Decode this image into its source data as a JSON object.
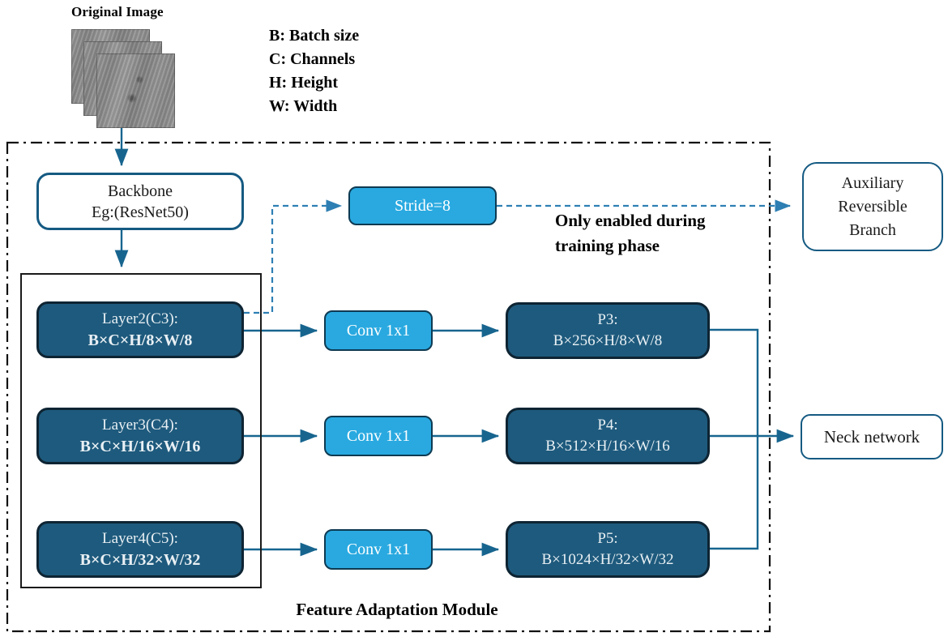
{
  "original_image": {
    "label": "Original Image"
  },
  "legend": {
    "items": [
      "B: Batch size",
      "C: Channels",
      "H: Height",
      "W: Width"
    ]
  },
  "backbone": {
    "line1": "Backbone",
    "line2": "Eg:(ResNet50)"
  },
  "stride_box": {
    "label": "Stride=8"
  },
  "aux_branch": {
    "line1": "Auxiliary",
    "line2": "Reversible",
    "line3": "Branch"
  },
  "training_note": {
    "line1": "Only enabled during",
    "line2": "training phase"
  },
  "backbone_layers": [
    {
      "name": "Layer2(C3):",
      "shape": "B×C×H/8×W/8"
    },
    {
      "name": "Layer3(C4):",
      "shape": "B×C×H/16×W/16"
    },
    {
      "name": "Layer4(C5):",
      "shape": "B×C×H/32×W/32"
    }
  ],
  "conv_blocks": [
    {
      "label": "Conv 1x1"
    },
    {
      "label": "Conv 1x1"
    },
    {
      "label": "Conv 1x1"
    }
  ],
  "pyramid_outputs": [
    {
      "name": "P3:",
      "shape": "B×256×H/8×W/8"
    },
    {
      "name": "P4:",
      "shape": "B×512×H/16×W/16"
    },
    {
      "name": "P5:",
      "shape": "B×1024×H/32×W/32"
    }
  ],
  "neck": {
    "label": "Neck network"
  },
  "module": {
    "label": "Feature Adaptation Module"
  },
  "colors": {
    "dark_block": "#1e5a7d",
    "light_block": "#29a9e0",
    "block_border_dark": "#0e2433",
    "outline_blue": "#155a82",
    "solid_line": "#17658f",
    "dashed_line": "#2d7fb3",
    "frame_black": "#111111"
  }
}
